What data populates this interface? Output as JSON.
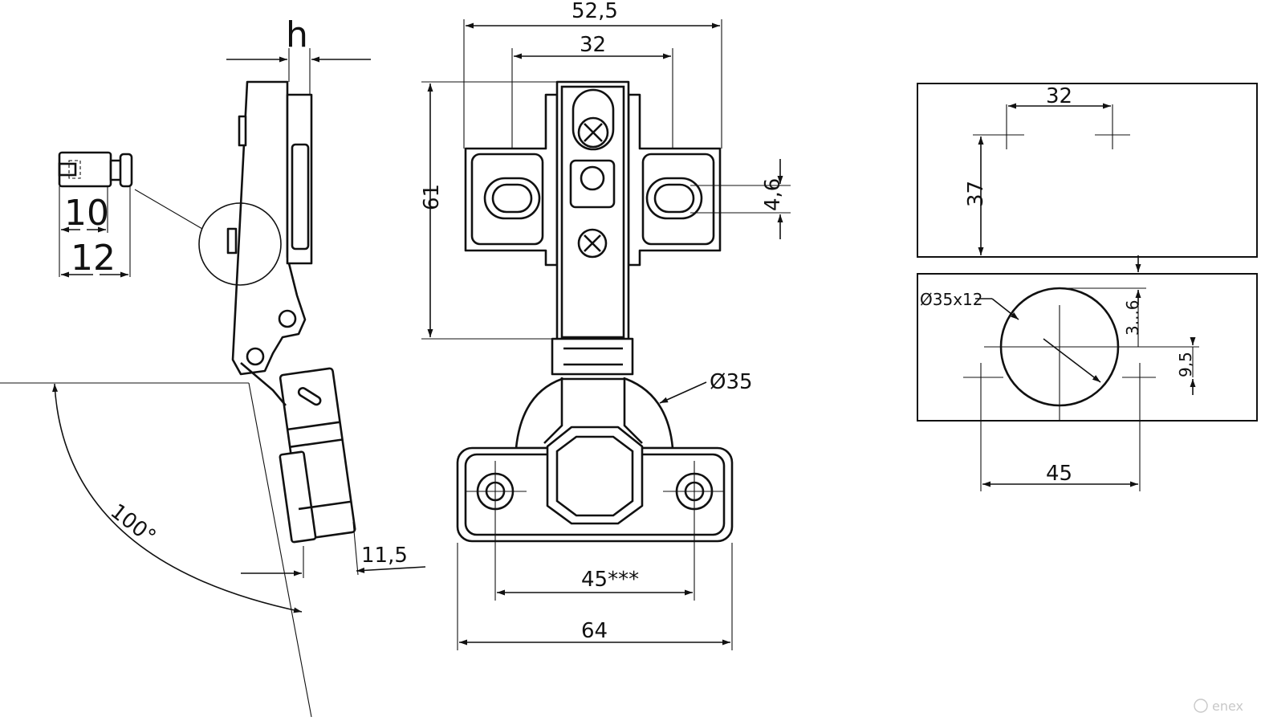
{
  "drawing": {
    "side_view": {
      "h_label": "h",
      "dim_10": "10",
      "dim_12": "12",
      "dim_11_5": "11,5",
      "angle_label": "100°"
    },
    "front_view": {
      "dim_52_5": "52,5",
      "dim_32": "32",
      "dim_61": "61",
      "dim_4_6": "4,6",
      "dim_d35": "Ø35",
      "dim_45": "45***",
      "dim_64": "64"
    },
    "drilling": {
      "dim_32": "32",
      "dim_37": "37",
      "dim_cup": "Ø35x12",
      "dim_3_6": "3...6",
      "dim_9_5": "9,5",
      "dim_45": "45"
    },
    "watermark": "enex"
  }
}
